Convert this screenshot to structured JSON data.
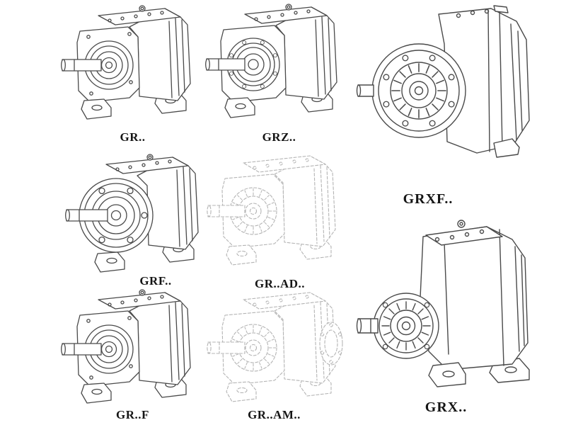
{
  "page": {
    "background": "#ffffff",
    "line_color_dark": "#4a4a4a",
    "line_color_light": "#b4b4b4",
    "description_icons": [
      "gearbox-drawing"
    ]
  },
  "figures": [
    {
      "id": "gr",
      "label": "GR.."
    },
    {
      "id": "grz",
      "label": "GRZ.."
    },
    {
      "id": "grxf",
      "label": "GRXF.."
    },
    {
      "id": "grf",
      "label": "GRF.."
    },
    {
      "id": "grad",
      "label": "GR..AD.."
    },
    {
      "id": "grfoot",
      "label": "GR..F"
    },
    {
      "id": "gram",
      "label": "GR..AM.."
    },
    {
      "id": "grx",
      "label": "GRX.."
    }
  ]
}
